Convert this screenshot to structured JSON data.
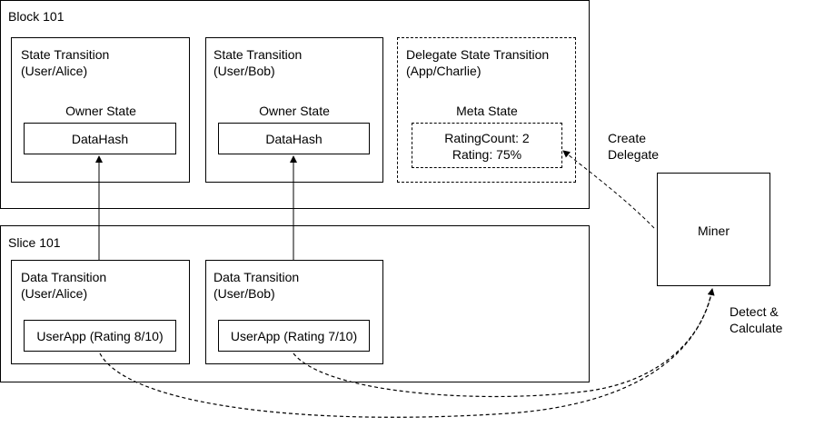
{
  "block": {
    "title": "Block 101",
    "alice": {
      "title": "State Transition",
      "subtitle": "(User/Alice)",
      "state_label": "Owner State",
      "hash": "DataHash"
    },
    "bob": {
      "title": "State Transition",
      "subtitle": "(User/Bob)",
      "state_label": "Owner State",
      "hash": "DataHash"
    },
    "charlie": {
      "title": "Delegate State Transition",
      "subtitle": "(App/Charlie)",
      "state_label": "Meta State",
      "rating_count": "RatingCount: 2",
      "rating": "Rating: 75%"
    }
  },
  "slice": {
    "title": "Slice 101",
    "alice": {
      "title": "Data Transition",
      "subtitle": "(User/Alice)",
      "app": "UserApp (Rating 8/10)"
    },
    "bob": {
      "title": "Data Transition",
      "subtitle": "(User/Bob)",
      "app": "UserApp (Rating 7/10)"
    }
  },
  "miner": {
    "label": "Miner"
  },
  "edges": {
    "create_delegate_1": "Create",
    "create_delegate_2": "Delegate",
    "detect_1": "Detect &",
    "detect_2": "Calculate"
  }
}
